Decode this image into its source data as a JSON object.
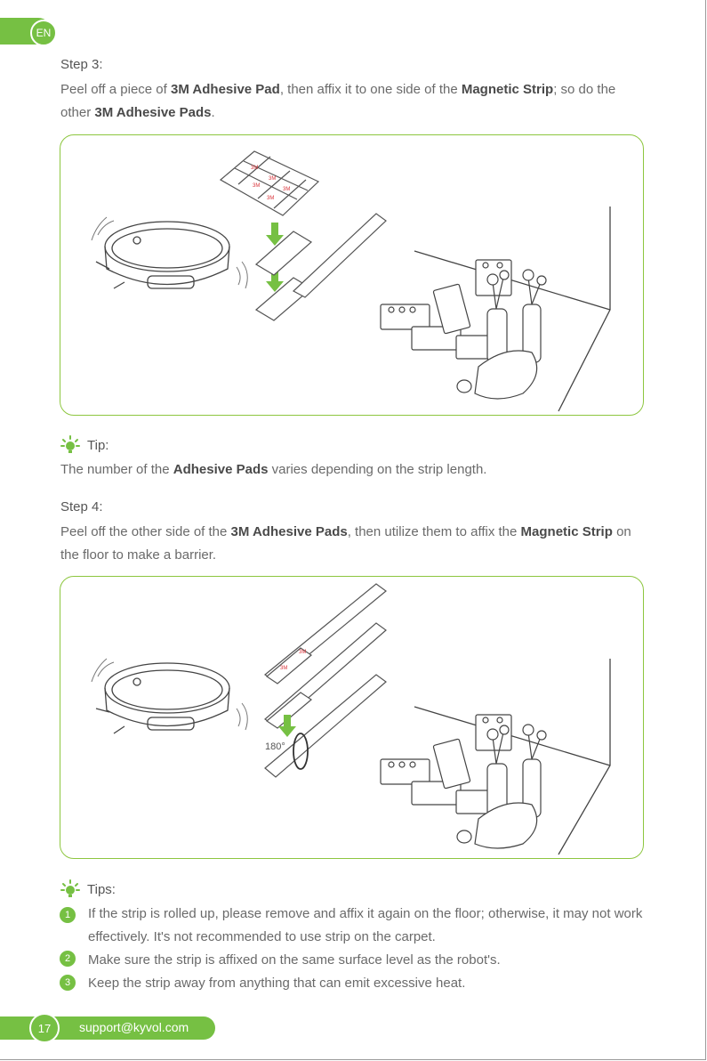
{
  "header": {
    "lang": "EN"
  },
  "step3": {
    "title": "Step 3:",
    "t1": "Peel off a piece of ",
    "b1": "3M Adhesive Pad",
    "t2": ", then affix it to one side of the ",
    "b2": "Magnetic Strip",
    "t3": "; so do the other ",
    "b3": "3M Adhesive Pads",
    "t4": "."
  },
  "tip": {
    "title": "Tip:",
    "t1": "The number of the ",
    "b1": "Adhesive Pads",
    "t2": " varies depending on the strip length."
  },
  "step4": {
    "title": "Step 4:",
    "t1": "Peel off the other side of the ",
    "b1": "3M Adhesive Pads",
    "t2": ", then utilize them to affix the ",
    "b2": "Magnetic Strip",
    "t3": " on the floor to make a barrier."
  },
  "figure2": {
    "angle_label": "180°"
  },
  "pad_label": "3M",
  "tips": {
    "title": "Tips:",
    "items": [
      {
        "num": "1",
        "text": "If the strip is rolled up, please remove and affix it again on the floor; otherwise, it may not work effectively. It's not recommended to use strip on the carpet."
      },
      {
        "num": "2",
        "text": "Make sure the strip is affixed on the same surface level as the robot's."
      },
      {
        "num": "3",
        "text": "Keep the strip away from anything that can emit excessive heat."
      }
    ]
  },
  "footer": {
    "page": "17",
    "email": "support@kyvol.com"
  },
  "colors": {
    "accent": "#76c043",
    "box_border": "#8dc63f",
    "pad_red": "#d9343a"
  }
}
